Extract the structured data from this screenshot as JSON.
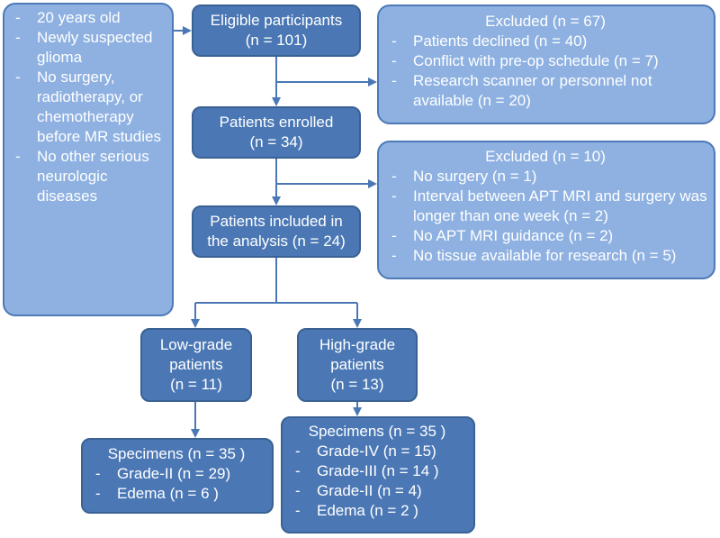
{
  "criteria": [
    "20 years old",
    "Newly suspected glioma",
    "No surgery, radiotherapy, or chemotherapy before MR studies",
    "No other serious neurologic diseases"
  ],
  "eligible": {
    "title": "Eligible participants",
    "count": "(n = 101)"
  },
  "excluded1": {
    "title": "Excluded (n = 67)",
    "items": [
      "Patients declined (n = 40)",
      "Conflict with pre-op schedule (n = 7)",
      "Research scanner or personnel not available (n = 20)"
    ]
  },
  "enrolled": {
    "title": "Patients enrolled",
    "count": "(n = 34)"
  },
  "excluded2": {
    "title": "Excluded (n = 10)",
    "items": [
      "No surgery (n = 1)",
      "Interval between APT MRI and surgery was longer than one week (n = 2)",
      "No APT MRI guidance (n = 2)",
      "No tissue available for research (n = 5)"
    ]
  },
  "included": {
    "line1": "Patients included in",
    "line2": "the analysis (n = 24)"
  },
  "low_grade": {
    "line1": "Low-grade",
    "line2": "patients",
    "line3": "(n = 11)"
  },
  "high_grade": {
    "line1": "High-grade",
    "line2": "patients",
    "line3": "(n = 13)"
  },
  "low_specimens": {
    "title": "Specimens (n = 35 )",
    "items": [
      "Grade-II (n = 29)",
      "Edema (n = 6 )"
    ]
  },
  "high_specimens": {
    "title": "Specimens (n = 35 )",
    "items": [
      "Grade-IV (n = 15)",
      "Grade-III (n = 14 )",
      "Grade-II (n = 4)",
      "Edema (n = 2 )"
    ]
  },
  "colors": {
    "box_dark": "#4b78b5",
    "box_light": "#8eb1e1",
    "arrow": "#4b78b5"
  }
}
